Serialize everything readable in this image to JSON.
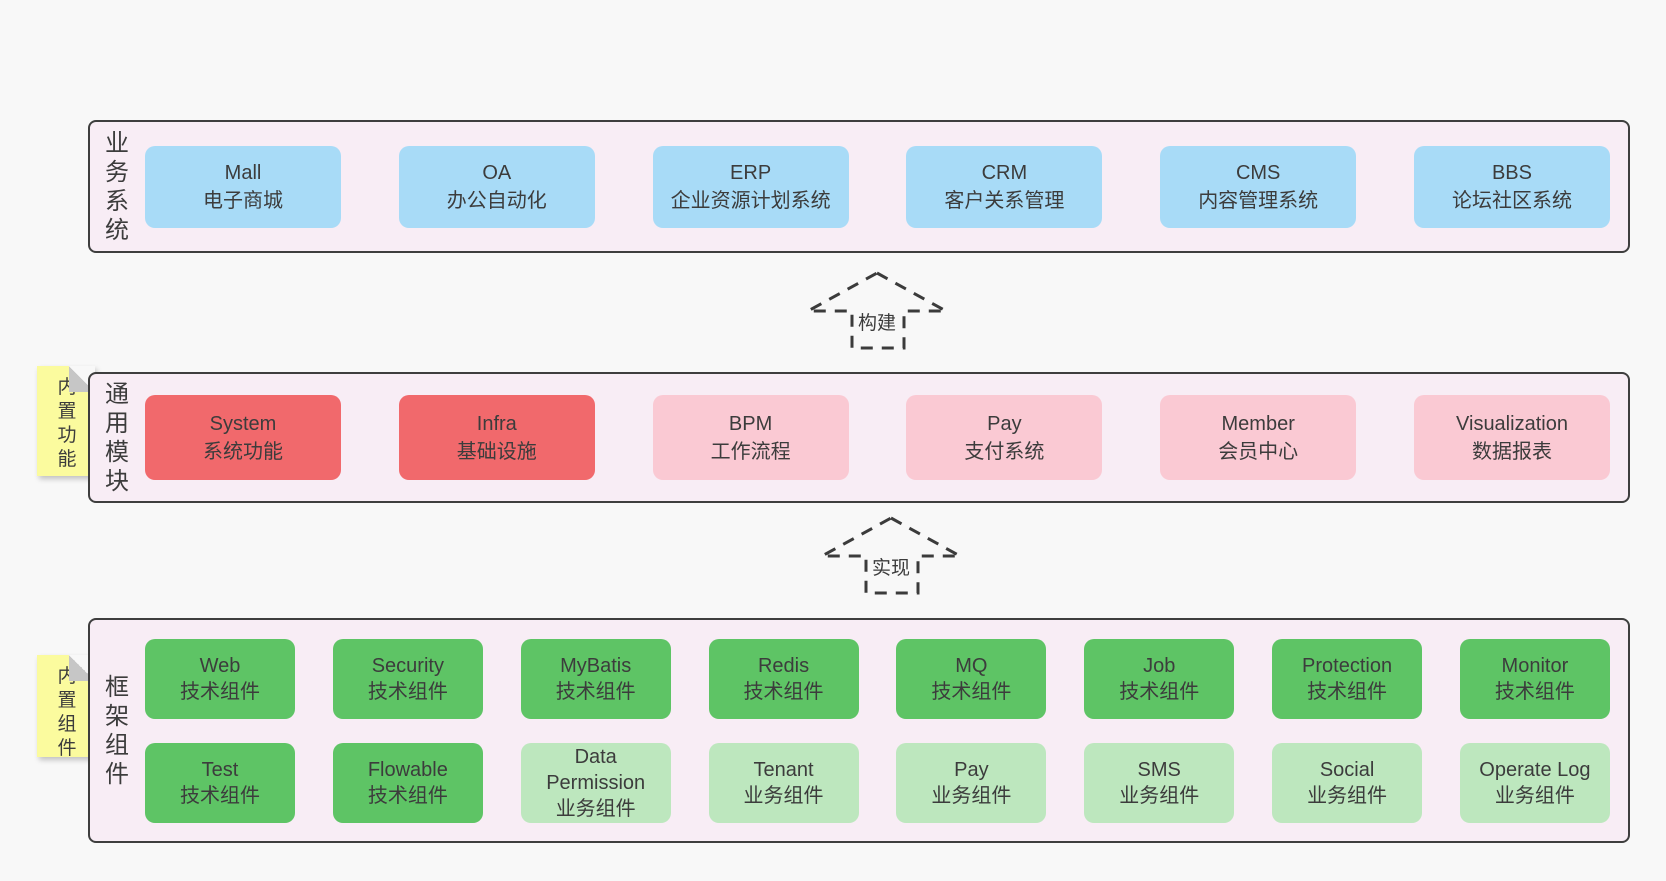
{
  "colors": {
    "page_bg": "#f8f8f8",
    "band_bg": "#f8edf5",
    "band_border": "#3e3e3e",
    "blue_box": "#a8dbf7",
    "red_box": "#f1696c",
    "pink_box": "#fac9d3",
    "green_box": "#5ec465",
    "light_green_box": "#bde7be",
    "sticky_yellow": "#fbfb9e",
    "fold_gray": "#c6c6c6",
    "text": "#3c3c3c"
  },
  "business_band": {
    "label": "业务系统",
    "boxes": [
      {
        "name": "Mall",
        "desc": "电子商城"
      },
      {
        "name": "OA",
        "desc": "办公自动化"
      },
      {
        "name": "ERP",
        "desc": "企业资源计划系统"
      },
      {
        "name": "CRM",
        "desc": "客户关系管理"
      },
      {
        "name": "CMS",
        "desc": "内容管理系统"
      },
      {
        "name": "BBS",
        "desc": "论坛社区系统"
      }
    ]
  },
  "build_arrow": {
    "label": "构建"
  },
  "modules_band": {
    "label": "通用模块",
    "sticky": "内置功能",
    "boxes": [
      {
        "name": "System",
        "desc": "系统功能"
      },
      {
        "name": "Infra",
        "desc": "基础设施"
      },
      {
        "name": "BPM",
        "desc": "工作流程"
      },
      {
        "name": "Pay",
        "desc": "支付系统"
      },
      {
        "name": "Member",
        "desc": "会员中心"
      },
      {
        "name": "Visualization",
        "desc": "数据报表"
      }
    ]
  },
  "implement_arrow": {
    "label": "实现"
  },
  "components_band": {
    "label": "框架组件",
    "sticky": "内置组件",
    "row1": [
      {
        "name": "Web",
        "desc": "技术组件"
      },
      {
        "name": "Security",
        "desc": "技术组件"
      },
      {
        "name": "MyBatis",
        "desc": "技术组件"
      },
      {
        "name": "Redis",
        "desc": "技术组件"
      },
      {
        "name": "MQ",
        "desc": "技术组件"
      },
      {
        "name": "Job",
        "desc": "技术组件"
      },
      {
        "name": "Protection",
        "desc": "技术组件"
      },
      {
        "name": "Monitor",
        "desc": "技术组件"
      }
    ],
    "row2": [
      {
        "name": "Test",
        "desc": "技术组件"
      },
      {
        "name": "Flowable",
        "desc": "技术组件"
      },
      {
        "name": "Data Permission",
        "desc": "业务组件"
      },
      {
        "name": "Tenant",
        "desc": "业务组件"
      },
      {
        "name": "Pay",
        "desc": "业务组件"
      },
      {
        "name": "SMS",
        "desc": "业务组件"
      },
      {
        "name": "Social",
        "desc": "业务组件"
      },
      {
        "name": "Operate Log",
        "desc": "业务组件"
      }
    ]
  }
}
